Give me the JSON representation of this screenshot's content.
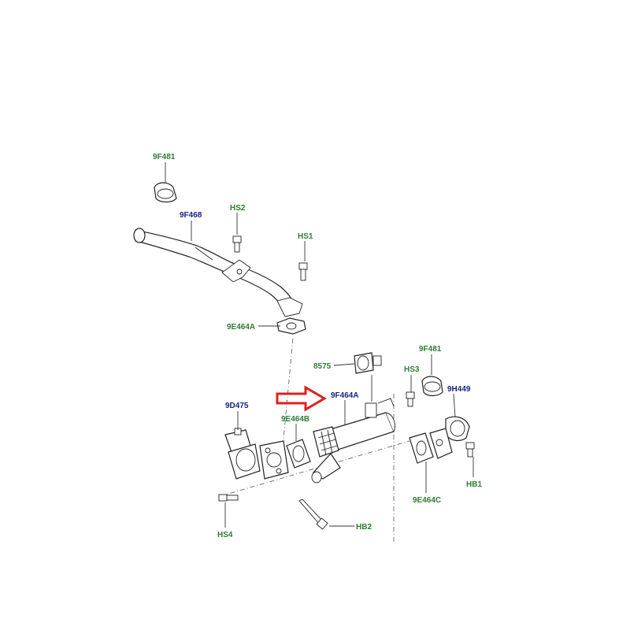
{
  "labels": {
    "l_9f481_top": "9F481",
    "l_9f468": "9F468",
    "l_hs2": "HS2",
    "l_hs1": "HS1",
    "l_9e464a": "9E464A",
    "l_8575": "8575",
    "l_9f464a": "9F464A",
    "l_hs3": "HS3",
    "l_9f481_right": "9F481",
    "l_9h449": "9H449",
    "l_9d475": "9D475",
    "l_9e464b": "9E464B",
    "l_9e464c": "9E464C",
    "l_hb1": "HB1",
    "l_hb2": "HB2",
    "l_hs4": "HS4"
  },
  "colors": {
    "label_green": "#2e7d32",
    "label_blue": "#1a237e",
    "highlight_arrow": "#e02020"
  }
}
